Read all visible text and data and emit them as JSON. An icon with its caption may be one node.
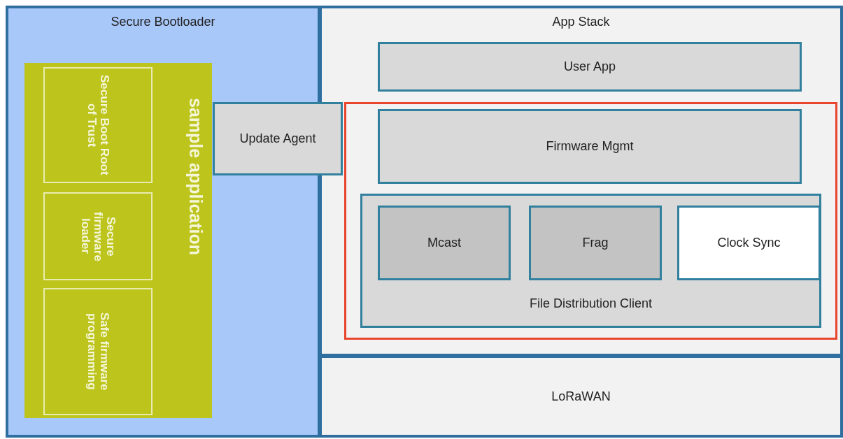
{
  "diagram": {
    "nodes": [
      {
        "text": [
          "Secure Bootloader"
        ]
      },
      {
        "text": [
          "sample application"
        ],
        "in": 0
      },
      {
        "text": [
          "Secure Boot Root of Trust"
        ],
        "in": 1
      },
      {
        "text": [
          "Secure firmware loader"
        ],
        "in": 1
      },
      {
        "text": [
          "Safe firmware programming"
        ],
        "in": 1
      },
      {
        "text": [
          "Update Agent"
        ]
      },
      {
        "text": [
          "App Stack"
        ]
      },
      {
        "text": [
          "User App"
        ],
        "in": 6
      },
      {
        "text": [],
        "shape": "box",
        "in": 6
      },
      {
        "text": [
          "Firmware Mgmt"
        ],
        "in": 8
      },
      {
        "text": [
          "File Distribution Client"
        ],
        "in": 8
      },
      {
        "text": [
          "Mcast"
        ],
        "in": 10
      },
      {
        "text": [
          "Frag"
        ],
        "in": 10
      },
      {
        "text": [
          "Clock Sync"
        ],
        "in": 10
      },
      {
        "text": [
          "LoRaWAN"
        ]
      }
    ],
    "edges": []
  }
}
